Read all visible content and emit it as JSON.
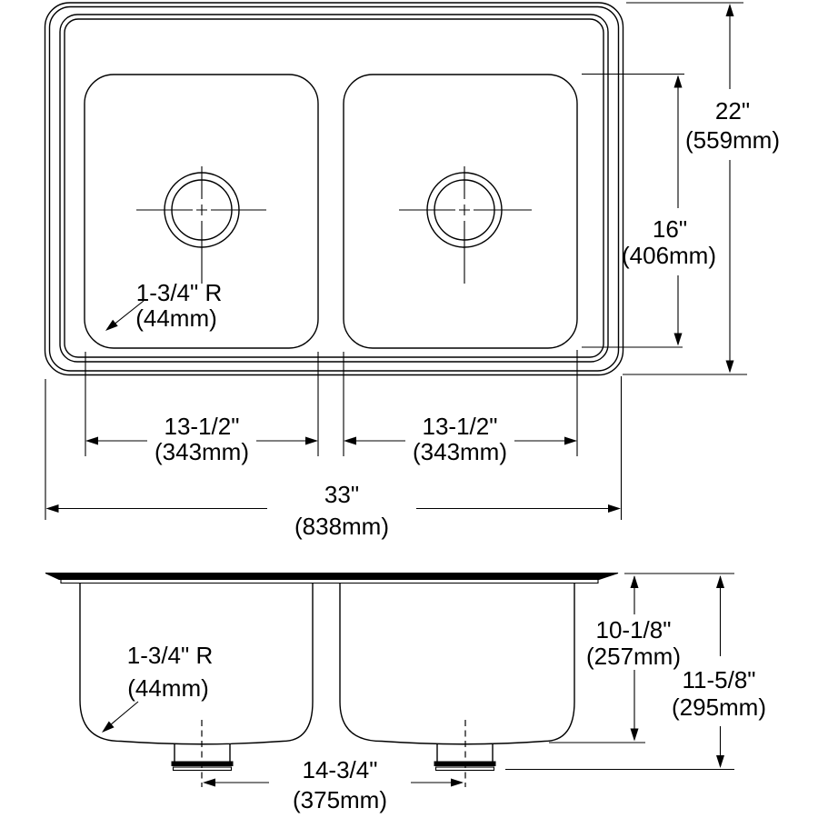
{
  "meta": {
    "description": "Technical dimension drawing of a 33 x 22 inch double-bowl drop-in kitchen sink: plan (top) view and front section view",
    "line_color": "#000000",
    "background_color": "#ffffff"
  },
  "top_view": {
    "radius_callout": {
      "line1": "1-3/4\" R",
      "line2": "(44mm)"
    },
    "left_bowl_width": {
      "line1": "13-1/2\"",
      "line2": "(343mm)"
    },
    "right_bowl_width": {
      "line1": "13-1/2\"",
      "line2": "(343mm)"
    },
    "overall_width": {
      "line1": "33\"",
      "line2": "(838mm)"
    },
    "overall_depth": {
      "line1": "22\"",
      "line2": "(559mm)"
    },
    "bowl_depth": {
      "line1": "16\"",
      "line2": "(406mm)"
    }
  },
  "front_view": {
    "radius_callout": {
      "line1": "1-3/4\" R",
      "line2": "(44mm)"
    },
    "drain_spacing": {
      "line1": "14-3/4\"",
      "line2": "(375mm)"
    },
    "bowl_height": {
      "line1": "10-1/8\"",
      "line2": "(257mm)"
    },
    "overall_height": {
      "line1": "11-5/8\"",
      "line2": "(295mm)"
    }
  }
}
